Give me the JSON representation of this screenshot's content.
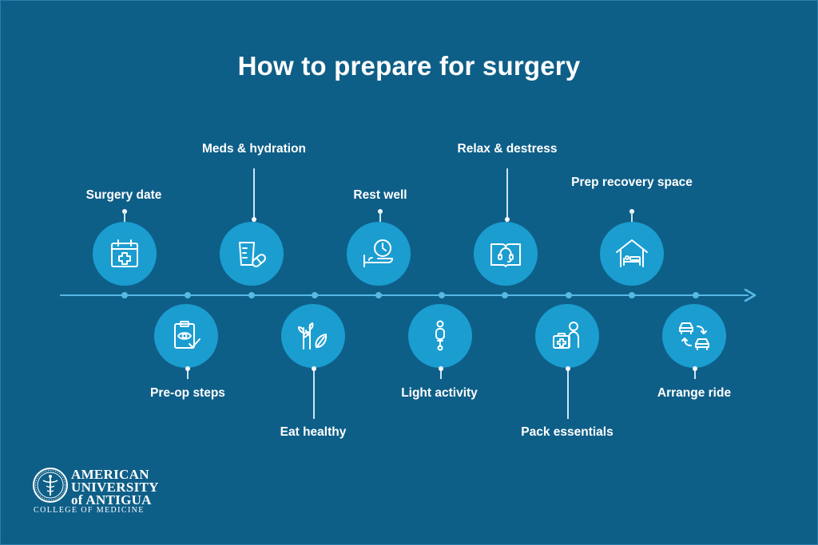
{
  "title": "How to prepare for surgery",
  "steps": [
    {
      "label": "Surgery date",
      "icon": "calendar-medical-icon"
    },
    {
      "label": "Pre-op steps",
      "icon": "clipboard-eye-check-icon"
    },
    {
      "label": "Meds & hydration",
      "icon": "cup-pill-icon"
    },
    {
      "label": "Eat healthy",
      "icon": "plants-leaf-icon"
    },
    {
      "label": "Rest well",
      "icon": "clock-bed-icon"
    },
    {
      "label": "Light activity",
      "icon": "walking-person-icon"
    },
    {
      "label": "Relax & destress",
      "icon": "book-headphones-icon"
    },
    {
      "label": "Pack essentials",
      "icon": "person-medical-bag-icon"
    },
    {
      "label": "Prep recovery space",
      "icon": "house-bed-icon"
    },
    {
      "label": "Arrange ride",
      "icon": "cars-exchange-icon"
    }
  ],
  "logo": {
    "line1": "AMERICAN",
    "line2": "UNIVERSITY",
    "line3": "of ANTIGUA",
    "line4": "COLLEGE OF MEDICINE"
  },
  "colors": {
    "background": "#0e5f88",
    "circle": "#1b9dd0",
    "timeline": "#58b8e6",
    "text": "#ffffff"
  }
}
